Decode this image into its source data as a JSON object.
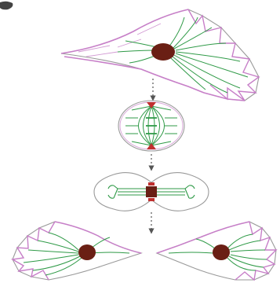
{
  "panel": {
    "label": ""
  },
  "colors": {
    "actin": "#c77fc8",
    "microtubule": "#2f9a47",
    "nucleus": "#6a1f14",
    "outline": "#9a9a9a",
    "arrow": "#555555",
    "contractile_ring": "#c0302f"
  },
  "stages": [
    {
      "name": "interphase-cell"
    },
    {
      "name": "metaphase-cell"
    },
    {
      "name": "cytokinesis-cell"
    },
    {
      "name": "daughter-cell-left"
    },
    {
      "name": "daughter-cell-right"
    }
  ]
}
